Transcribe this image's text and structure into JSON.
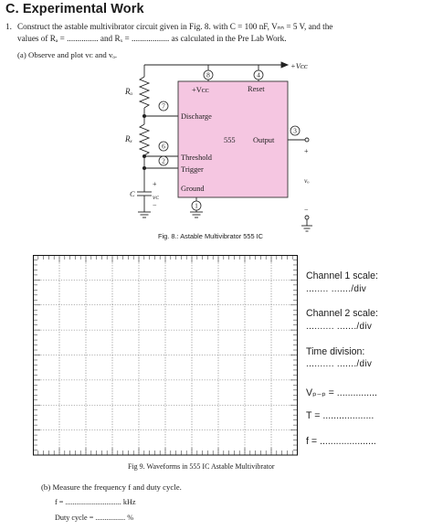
{
  "section": {
    "title": "C.   Experimental Work"
  },
  "item1": {
    "number": "1.",
    "line1": "Construct the astable multivibrator circuit given in Fig. 8.   with C = 100 nF, Vₙₙ = 5 V, and the",
    "line2": "values of Rₐ = ............... and Rₓ = .................. as calculated in the Pre Lab Work.",
    "part_a": "(a)  Observe and plot vᴄ and vₒ."
  },
  "circuit": {
    "chip_label": "555",
    "pins": {
      "vcc": "+Vᴄᴄ",
      "reset": "Reset",
      "discharge": "Discharge",
      "output": "Output",
      "threshold": "Threshold",
      "trigger": "Trigger",
      "ground": "Ground"
    },
    "pin_numbers": [
      "8",
      "4",
      "7",
      "6",
      "2",
      "1",
      "3"
    ],
    "supply_label": "+Vᴄᴄ",
    "ra_label": "Rₐ",
    "rb_label": "Rₓ",
    "c_label": "C",
    "vc_label": "vᴄ",
    "vo_label": "vₒ",
    "plus": "+",
    "minus": "−"
  },
  "fig8_caption": "Fig. 8.:   Astable Multivibrator 555 IC",
  "scope": {
    "ch1_label": "Channel 1 scale:",
    "ch1_value": "........     ......./div",
    "ch2_label": "Channel 2 scale:",
    "ch2_value": "..........    ......./div",
    "time_label": "Time division:",
    "time_value": "..........    ......./div",
    "vpp": "Vₚ₋ₚ = ...............",
    "period": "T = ...................",
    "freq": "f = ....................."
  },
  "fig9_caption": "Fig 9. Waveforms in 555 IC Astable Multivibrator",
  "part_b": {
    "text": "(b)  Measure the frequency f and duty cycle.",
    "f_line": "f = .............................. kHz",
    "duty_line": "Duty cycle = ................ %"
  }
}
